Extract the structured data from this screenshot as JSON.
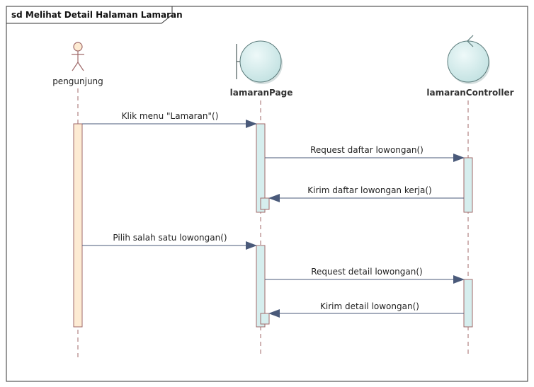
{
  "frame": {
    "title": "sd Melihat Detail Halaman Lamaran"
  },
  "participants": [
    {
      "id": "pengunjung",
      "label": "pengunjung",
      "kind": "actor"
    },
    {
      "id": "lamaranPage",
      "label": "lamaranPage",
      "kind": "boundary"
    },
    {
      "id": "lamaranController",
      "label": "lamaranController",
      "kind": "control"
    }
  ],
  "messages": [
    {
      "label": "Klik menu \"Lamaran\"()",
      "from": "pengunjung",
      "to": "lamaranPage"
    },
    {
      "label": "Request daftar lowongan()",
      "from": "lamaranPage",
      "to": "lamaranController"
    },
    {
      "label": "Kirim daftar lowongan kerja()",
      "from": "lamaranController",
      "to": "lamaranPage"
    },
    {
      "label": "Pilih salah satu lowongan()",
      "from": "pengunjung",
      "to": "lamaranPage"
    },
    {
      "label": "Request detail lowongan()",
      "from": "lamaranPage",
      "to": "lamaranController"
    },
    {
      "label": "Kirim detail lowongan()",
      "from": "lamaranController",
      "to": "lamaranPage"
    }
  ],
  "colors": {
    "frame": "#333333",
    "lifeline": "#a06a6a",
    "actor_activation": "#fdebd3",
    "object_fill": "#d6eeee",
    "object_stroke": "#5a7a7a",
    "arrow": "#4a5a7a"
  }
}
